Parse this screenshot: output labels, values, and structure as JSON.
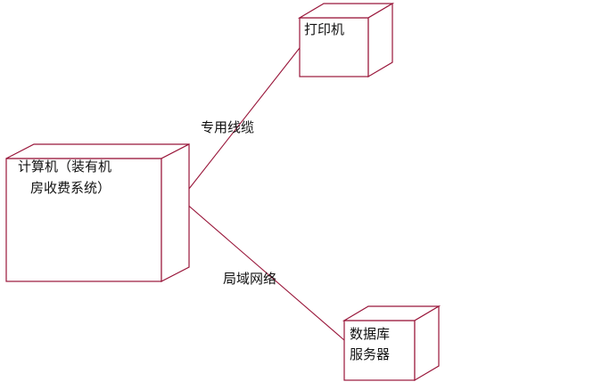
{
  "colors": {
    "line": "#99163a",
    "text": "#111111",
    "background": "#ffffff"
  },
  "nodes": {
    "computer": {
      "shape": "cube",
      "lines": [
        "计算机（装有机",
        "房收费系统）"
      ]
    },
    "printer": {
      "shape": "cube",
      "lines": [
        "打印机"
      ]
    },
    "database": {
      "shape": "cube",
      "lines": [
        "数据库",
        "服务器"
      ]
    }
  },
  "links": {
    "computer_printer": {
      "label": "专用线缆"
    },
    "computer_database": {
      "label": "局域网络"
    }
  }
}
